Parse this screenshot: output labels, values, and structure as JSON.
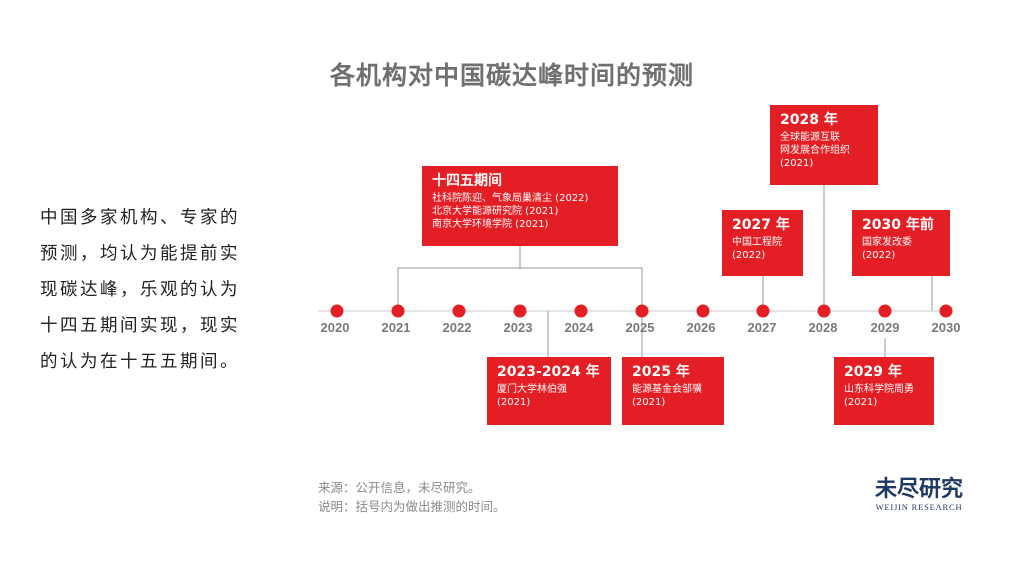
{
  "title": "各机构对中国碳达峰时间的预测",
  "summary": [
    "中国多家机构、专家的",
    "预测，均认为能提前实",
    "现碳达峰，乐观的认为",
    "十四五期间实现，现实",
    "的认为在十五五期间。"
  ],
  "timeline": {
    "years": [
      "2020",
      "2021",
      "2022",
      "2023",
      "2024",
      "2025",
      "2026",
      "2027",
      "2028",
      "2029",
      "2030"
    ],
    "dot_color": "#e31e24"
  },
  "predictions": [
    {
      "heading": "十四五期间",
      "lines": [
        "社科院陈迎、气象局巢清尘 (2022)",
        "北京大学能源研究院 (2021)",
        "南京大学环境学院 (2021)"
      ]
    },
    {
      "heading": "2028 年",
      "lines": [
        "全球能源互联",
        "网发展合作组织",
        "(2021)"
      ]
    },
    {
      "heading": "2027 年",
      "lines": [
        "中国工程院",
        "(2022)"
      ]
    },
    {
      "heading": "2030 年前",
      "lines": [
        "国家发改委",
        "(2022)"
      ]
    },
    {
      "heading": "2023-2024 年",
      "lines": [
        "厦门大学林伯强",
        "(2021)"
      ]
    },
    {
      "heading": "2025 年",
      "lines": [
        "能源基金会邹骥",
        "(2021)"
      ]
    },
    {
      "heading": "2029 年",
      "lines": [
        "山东科学院周勇",
        "(2021)"
      ]
    }
  ],
  "source": [
    "来源：公开信息，未尽研究。",
    "说明：括号内为做出推测的时间。"
  ],
  "logo": {
    "cn": "未尽研究",
    "en": "WEIJIN RESEARCH"
  },
  "colors": {
    "accent": "#e31e24",
    "title": "#707070",
    "connector": "#9a9a9a",
    "logo": "#1f3864"
  }
}
